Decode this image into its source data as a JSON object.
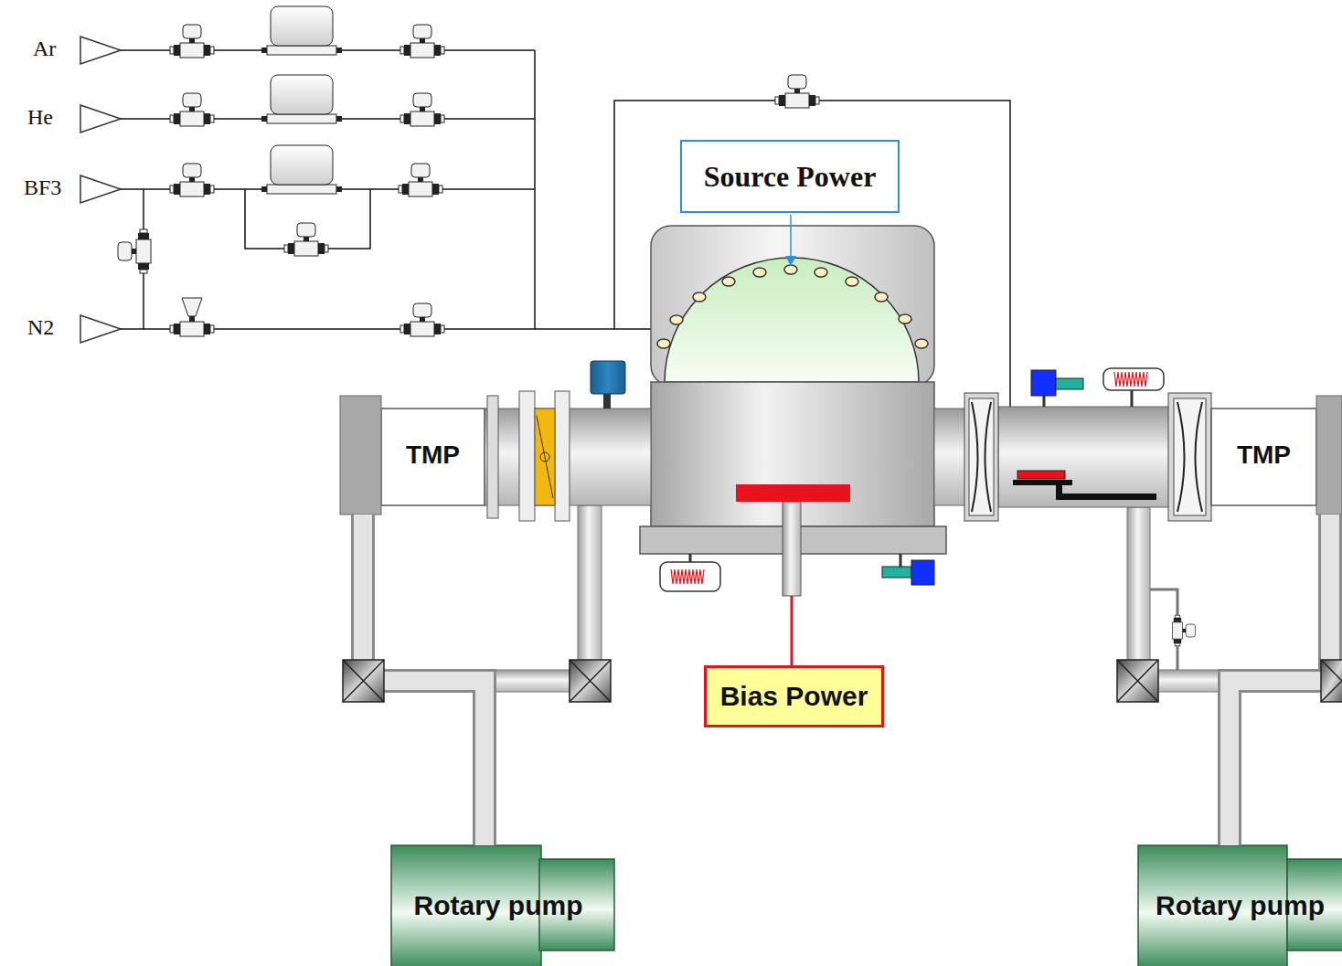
{
  "diagram": {
    "nodes": [
      {
        "text": [
          "Source Power"
        ]
      },
      {
        "text": [
          "TMP"
        ]
      },
      {
        "text": [
          "TMP"
        ]
      },
      {
        "text": [
          "Bias Power"
        ]
      },
      {
        "text": [
          "Rotary pump"
        ]
      },
      {
        "text": [
          "Rotary pump"
        ]
      }
    ],
    "edges": [
      {
        "from": 1,
        "to": 4,
        "arrow": "none"
      },
      {
        "from": 2,
        "to": 5,
        "arrow": "none"
      }
    ],
    "labels": [
      "Ar",
      "He",
      "BF3",
      "N2"
    ]
  }
}
